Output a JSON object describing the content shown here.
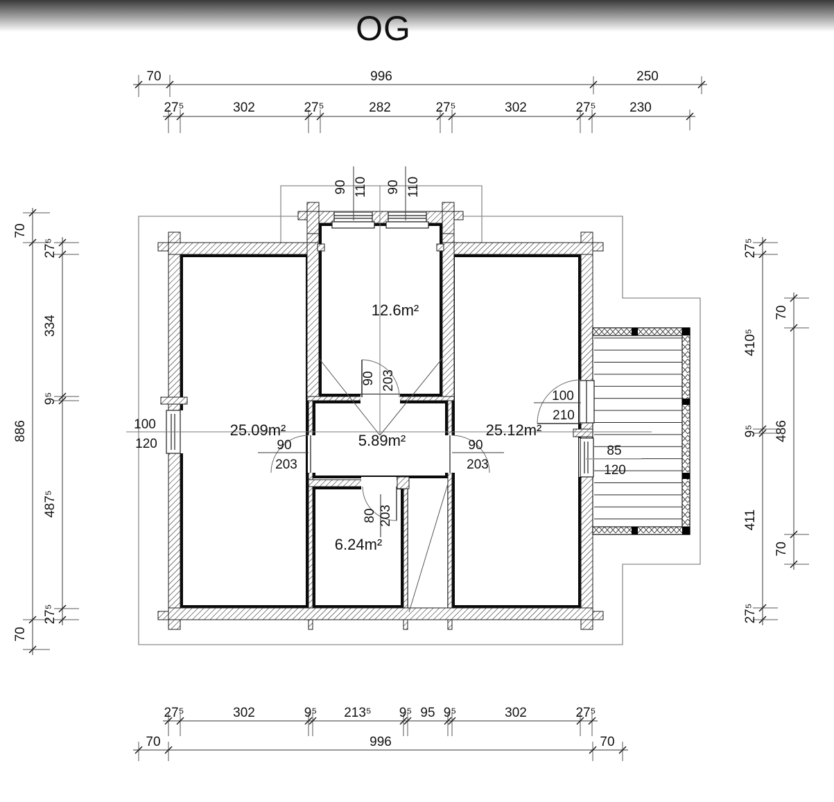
{
  "title": "OG",
  "dims": {
    "top1": [
      "70",
      "996",
      "250"
    ],
    "top2": [
      "27⁵",
      "302",
      "27⁵",
      "282",
      "27⁵",
      "302",
      "27⁵",
      "230"
    ],
    "bot1": [
      "27⁵",
      "302",
      "9⁵",
      "213⁵",
      "9⁵",
      "95",
      "9⁵",
      "302",
      "27⁵"
    ],
    "bot2": [
      "70",
      "996",
      "70"
    ],
    "left_outer": [
      "70",
      "886",
      "70"
    ],
    "left_inner": [
      "27⁵",
      "334",
      "9⁵",
      "487⁵",
      "27⁵"
    ],
    "right_inner": [
      "27⁵",
      "410⁵",
      "9⁵",
      "411",
      "27⁵"
    ],
    "right_outer": [
      "70",
      "486",
      "70"
    ]
  },
  "rooms": {
    "top_center": "12.6m²",
    "left": "25.09m²",
    "center": "5.89m²",
    "right": "25.12m²",
    "bottom_center": "6.24m²"
  },
  "openings": {
    "dormer_window_1": {
      "w": "90",
      "h": "110"
    },
    "dormer_window_2": {
      "w": "90",
      "h": "110"
    },
    "door_top": {
      "w": "90",
      "h": "203"
    },
    "door_left": {
      "w": "90",
      "h": "203"
    },
    "door_right": {
      "w": "90",
      "h": "203"
    },
    "door_bottom": {
      "w": "80",
      "h": "203"
    },
    "door_balcony": {
      "w": "100",
      "h": "210"
    },
    "window_left": {
      "w": "100",
      "h": "120"
    },
    "window_right": {
      "w": "85",
      "h": "120"
    }
  },
  "colors": {
    "line": "#1a1a1a",
    "thin": "#777777",
    "roof": "#8a8a8a",
    "bg": "#ffffff"
  }
}
